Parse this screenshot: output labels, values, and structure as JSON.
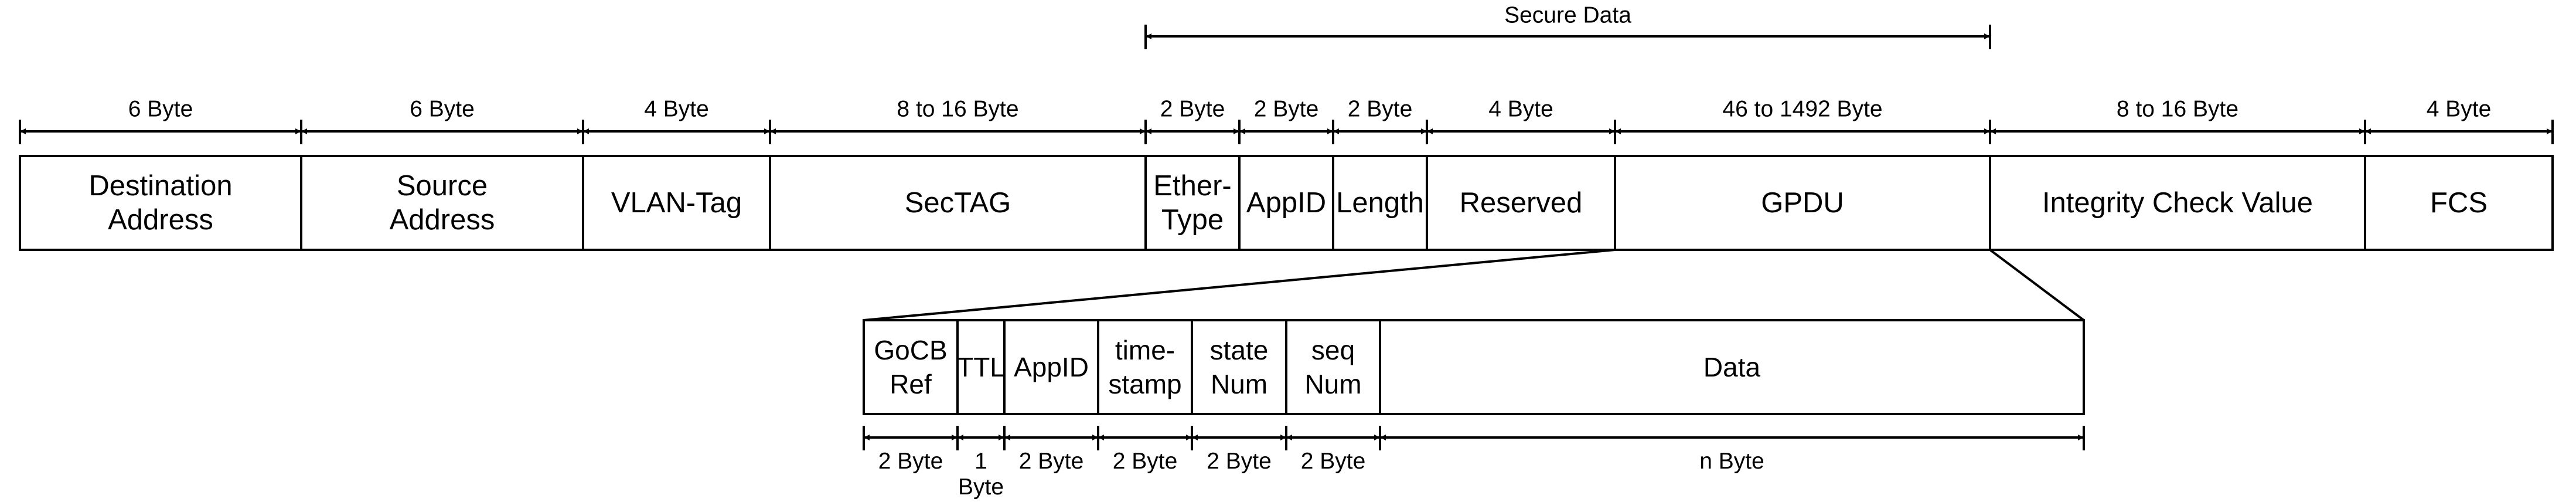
{
  "diagram": {
    "secure_data_label": "Secure Data",
    "frame_fields": [
      {
        "lines": [
          "Destination",
          "Address"
        ],
        "size": "6 Byte"
      },
      {
        "lines": [
          "Source",
          "Address"
        ],
        "size": "6 Byte"
      },
      {
        "lines": [
          "VLAN-Tag"
        ],
        "size": "4 Byte"
      },
      {
        "lines": [
          "SecTAG"
        ],
        "size": "8 to 16 Byte"
      },
      {
        "lines": [
          "Ether-",
          "Type"
        ],
        "size": "2 Byte"
      },
      {
        "lines": [
          "AppID"
        ],
        "size": "2 Byte"
      },
      {
        "lines": [
          "Length"
        ],
        "size": "2 Byte"
      },
      {
        "lines": [
          "Reserved"
        ],
        "size": "4 Byte"
      },
      {
        "lines": [
          "GPDU"
        ],
        "size": "46 to 1492  Byte"
      },
      {
        "lines": [
          "Integrity Check Value"
        ],
        "size": "8 to 16 Byte"
      },
      {
        "lines": [
          "FCS"
        ],
        "size": "4 Byte"
      }
    ],
    "gpdu_fields": [
      {
        "lines": [
          "GoCB",
          "Ref"
        ],
        "size": [
          "2 Byte"
        ]
      },
      {
        "lines": [
          "TTL"
        ],
        "size": [
          "1",
          "Byte"
        ]
      },
      {
        "lines": [
          "AppID"
        ],
        "size": [
          "2 Byte"
        ]
      },
      {
        "lines": [
          "time-",
          "stamp"
        ],
        "size": [
          "2 Byte"
        ]
      },
      {
        "lines": [
          "state",
          "Num"
        ],
        "size": [
          "2 Byte"
        ]
      },
      {
        "lines": [
          "seq",
          "Num"
        ],
        "size": [
          "2 Byte"
        ]
      },
      {
        "lines": [
          "Data"
        ],
        "size": [
          "n Byte"
        ]
      }
    ]
  }
}
